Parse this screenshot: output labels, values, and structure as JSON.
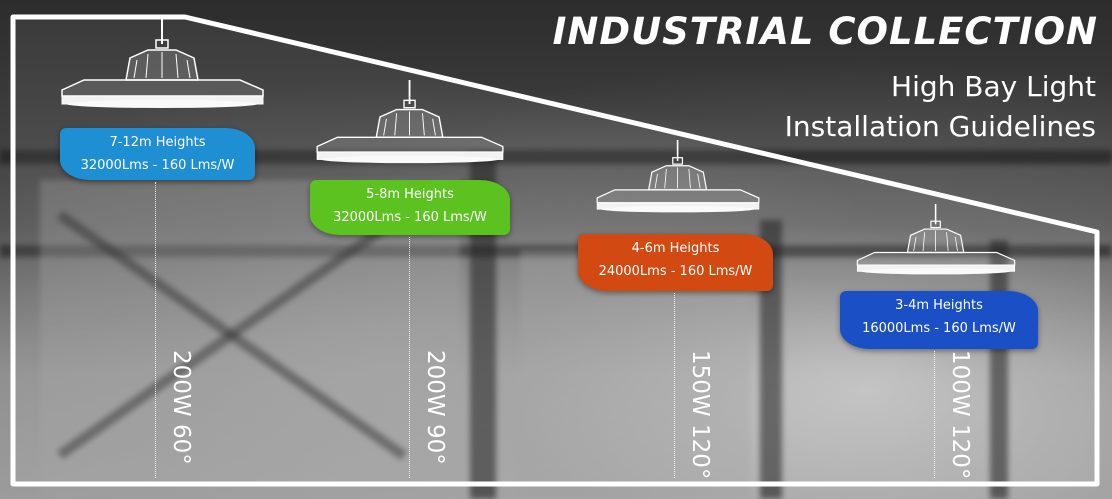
{
  "header": {
    "title": "INDUSTRIAL COLLECTION",
    "subtitle_line1": "High Bay Light",
    "subtitle_line2": "Installation Guidelines"
  },
  "colors": {
    "blue": "#1e8fd2",
    "green": "#5cc21f",
    "orange": "#d24a12",
    "navy": "#1a4fc6",
    "frame": "#ffffff"
  },
  "lamps": [
    {
      "height_label": "7-12m Heights",
      "lumens_label": "32000Lms - 160 Lms/W",
      "spec": "200W 60°",
      "color": "blue",
      "icon": "high-bay-lamp-icon"
    },
    {
      "height_label": "5-8m Heights",
      "lumens_label": "32000Lms - 160 Lms/W",
      "spec": "200W 90°",
      "color": "green",
      "icon": "high-bay-lamp-icon"
    },
    {
      "height_label": "4-6m Heights",
      "lumens_label": "24000Lms - 160 Lms/W",
      "spec": "150W 120°",
      "color": "orange",
      "icon": "high-bay-lamp-icon"
    },
    {
      "height_label": "3-4m Heights",
      "lumens_label": "16000Lms - 160 Lms/W",
      "spec": "100W 120°",
      "color": "navy",
      "icon": "high-bay-lamp-icon"
    }
  ]
}
